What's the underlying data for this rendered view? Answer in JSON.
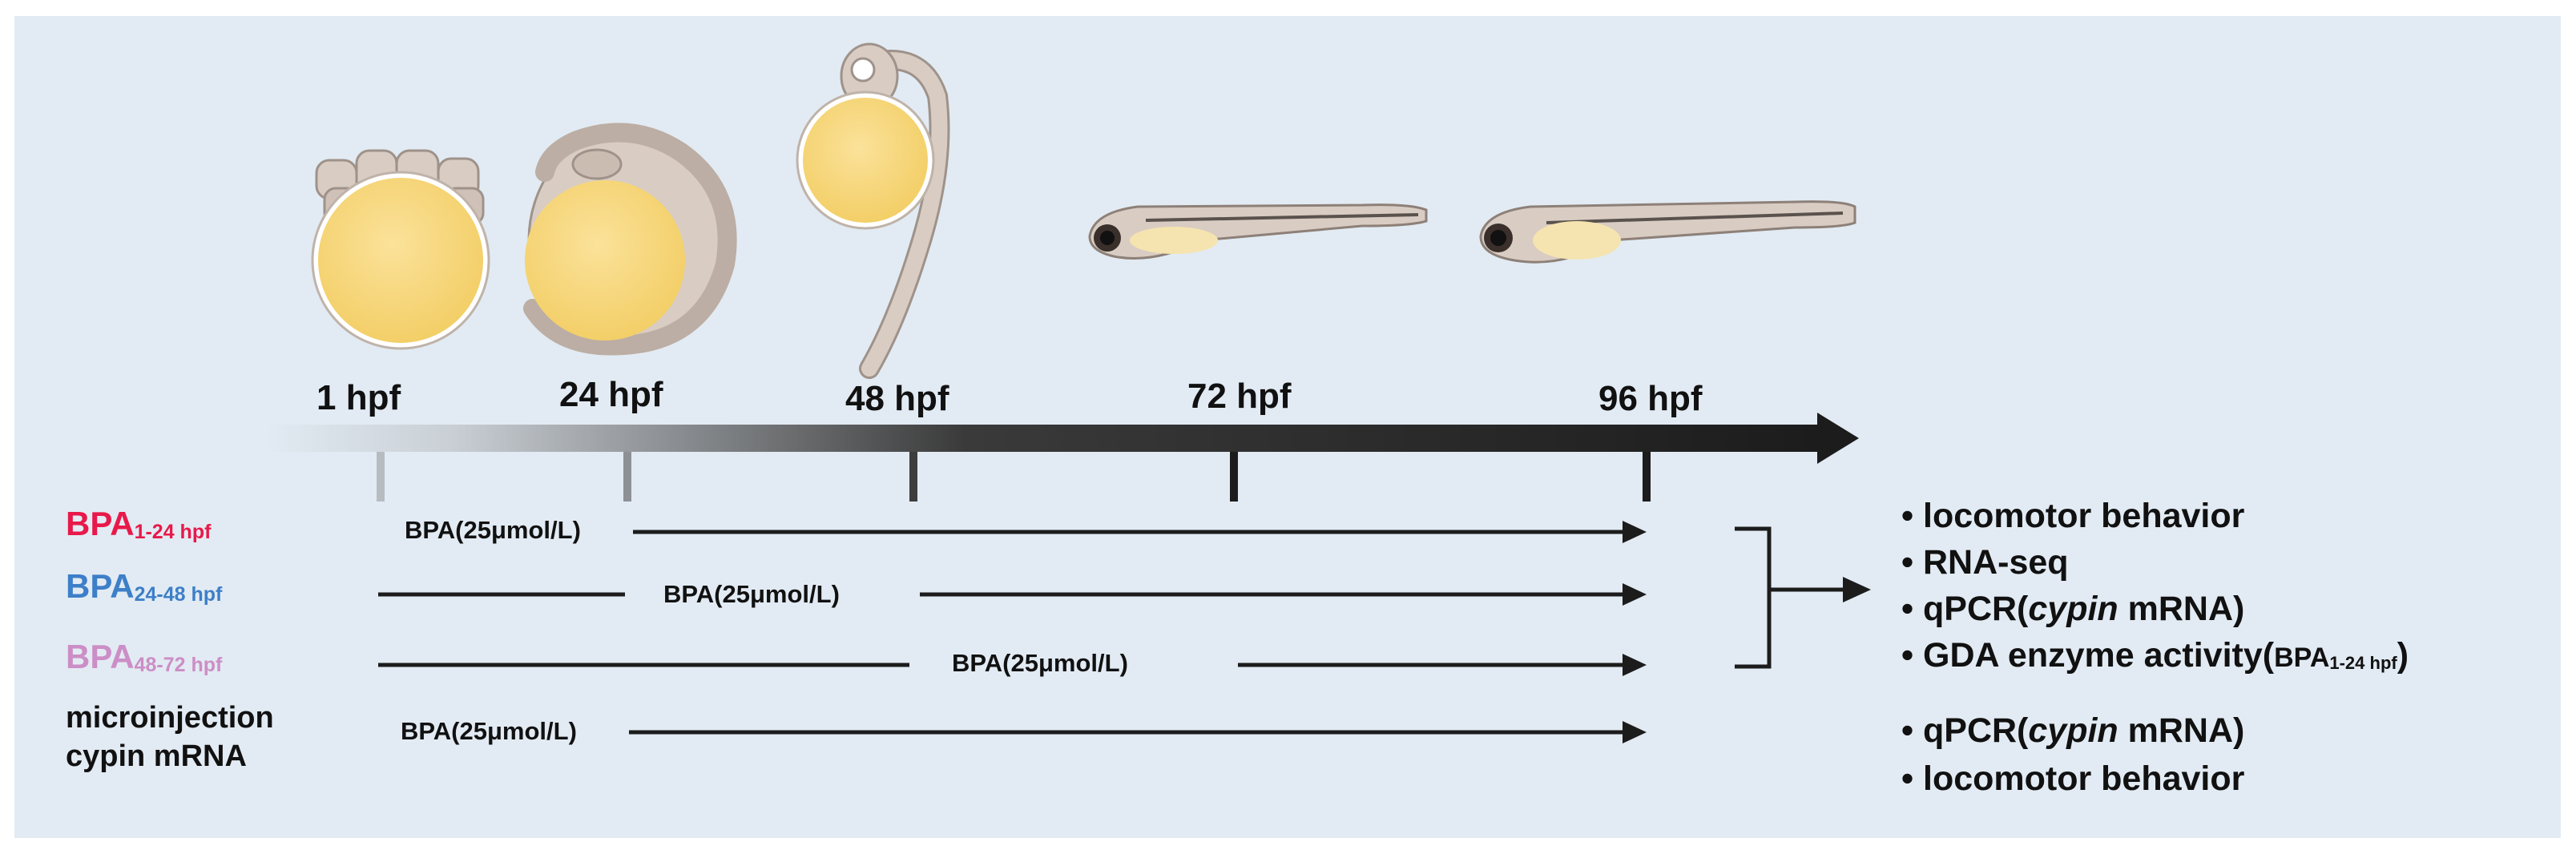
{
  "stages": [
    {
      "label": "1 hpf",
      "icon": "cleavage-embryo-icon"
    },
    {
      "label": "24 hpf",
      "icon": "curled-embryo-icon"
    },
    {
      "label": "48 hpf",
      "icon": "hatching-embryo-icon"
    },
    {
      "label": "72 hpf",
      "icon": "larva-icon"
    },
    {
      "label": "96 hpf",
      "icon": "larva-icon"
    }
  ],
  "groups": [
    {
      "label": "BPA",
      "sub": "1-24 hpf",
      "color": "#e8194a",
      "exposure_text": "BPA(25μmol/L)"
    },
    {
      "label": "BPA",
      "sub": "24-48 hpf",
      "color": "#3d7fc8",
      "exposure_text": "BPA(25μmol/L)"
    },
    {
      "label": "BPA",
      "sub": "48-72 hpf",
      "color": "#cc8ec6",
      "exposure_text": "BPA(25μmol/L)"
    }
  ],
  "microinjection": {
    "line1": "microinjection",
    "line2": "cypin mRNA",
    "exposure_text": "BPA(25μmol/L)"
  },
  "outcomes_main": [
    {
      "text": "• locomotor behavior"
    },
    {
      "text": "• RNA-seq"
    },
    {
      "prefix": "• qPCR(",
      "italic": "cypin",
      "suffix": " mRNA)"
    },
    {
      "prefix": "• GDA enzyme activity(",
      "small": "BPA",
      "sub": "1-24 hpf",
      "suffix": ")"
    }
  ],
  "outcomes_micro": [
    {
      "prefix": "• qPCR(",
      "italic": "cypin",
      "suffix": " mRNA)"
    },
    {
      "text": "• locomotor behavior"
    }
  ],
  "colors": {
    "background": "#e2ebf3",
    "timeline_dark": "#1c1c1c",
    "yolk": "#f7d577",
    "tissue": "#d9ccc3"
  }
}
